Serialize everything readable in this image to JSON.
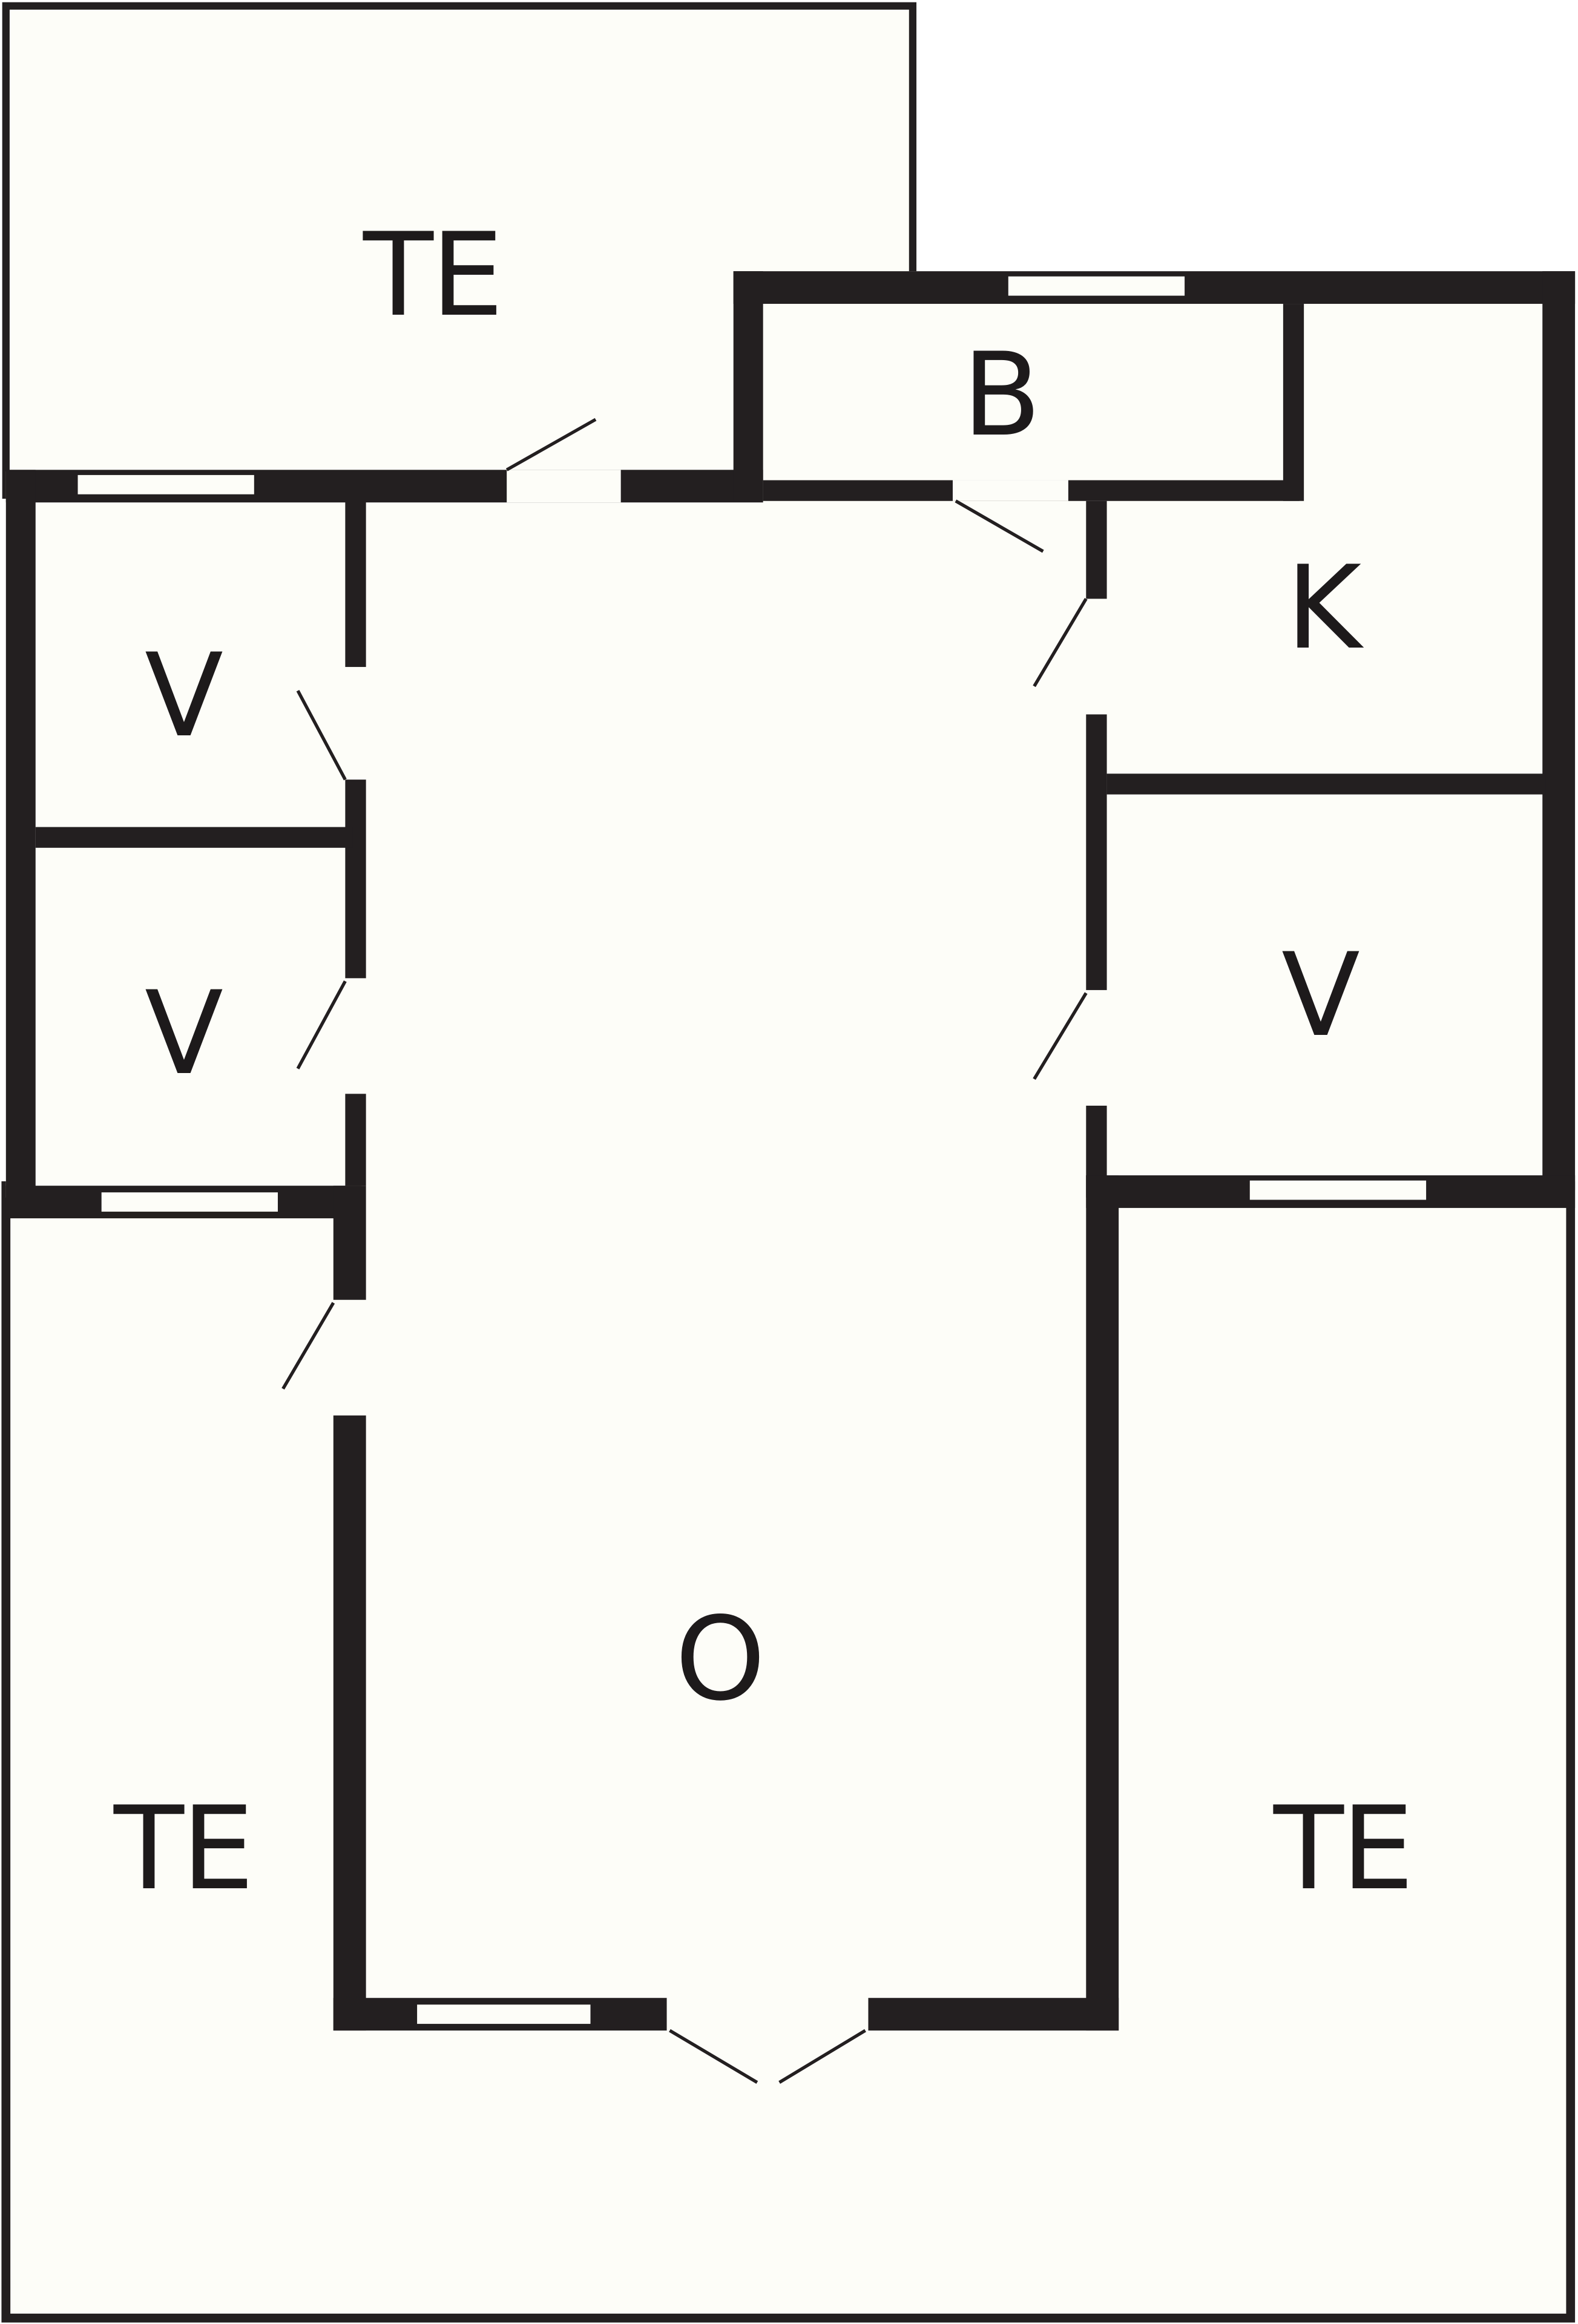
{
  "plan": {
    "type": "floor-plan",
    "colors": {
      "wall": "#231f20",
      "floor": "#fdfdf8",
      "background": "#ffffff",
      "window": "#fdfdf8",
      "door_swing": "#231f20",
      "label": "#1d1a1b"
    },
    "rooms": [
      {
        "id": "terrace-top",
        "label": "TE",
        "meaning": "terrace"
      },
      {
        "id": "bathroom",
        "label": "B",
        "meaning": "bathroom"
      },
      {
        "id": "kitchen",
        "label": "K",
        "meaning": "kitchen"
      },
      {
        "id": "closet-left-upper",
        "label": "V",
        "meaning": "storage"
      },
      {
        "id": "closet-left-lower",
        "label": "V",
        "meaning": "storage"
      },
      {
        "id": "closet-right",
        "label": "V",
        "meaning": "storage"
      },
      {
        "id": "living",
        "label": "O",
        "meaning": "living room"
      },
      {
        "id": "terrace-left",
        "label": "TE",
        "meaning": "terrace"
      },
      {
        "id": "terrace-right",
        "label": "TE",
        "meaning": "terrace"
      }
    ],
    "labels": {
      "terrace_top": "TE",
      "bathroom": "B",
      "kitchen": "K",
      "closet_left_upper": "V",
      "closet_left_lower": "V",
      "closet_right": "V",
      "living": "O",
      "terrace_left": "TE",
      "terrace_right": "TE"
    },
    "windows_count": 6,
    "doors_count": 9
  }
}
